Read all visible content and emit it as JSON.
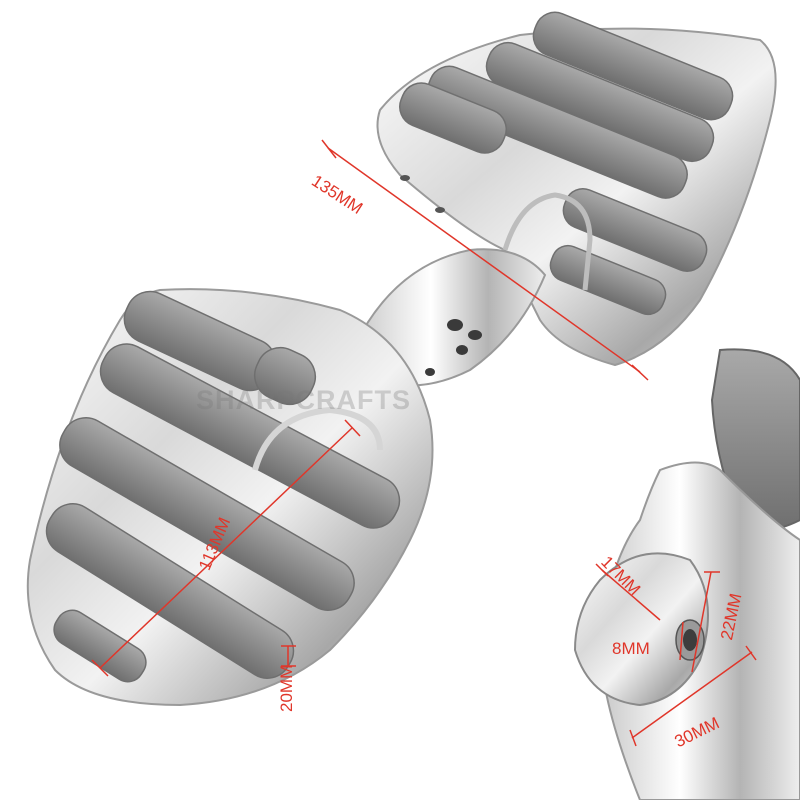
{
  "watermark": "SHARPCRAFTS",
  "dimensions": {
    "length": "135MM",
    "width": "113MM",
    "pad_height": "20MM",
    "mount_inner": "17MM",
    "bolt_hole": "8MM",
    "mount_height": "22MM",
    "mount_width": "30MM"
  },
  "colors": {
    "dimension_line": "#e0362a",
    "chrome_highlight": "#f4f4f4",
    "chrome_shadow": "#8a8a8a",
    "rubber": "#8f8f8f"
  }
}
